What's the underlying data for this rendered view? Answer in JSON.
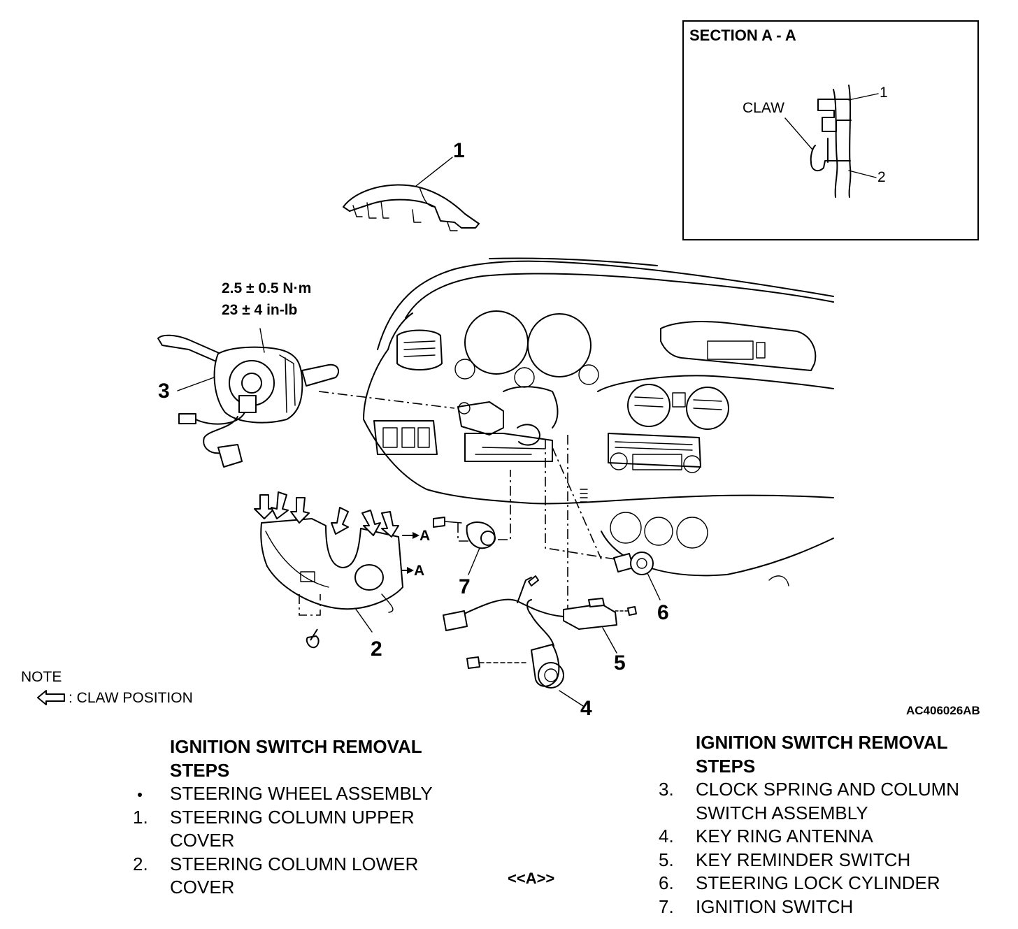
{
  "section": {
    "title": "SECTION A - A",
    "claw_label": "CLAW",
    "part1": "1",
    "part2": "2"
  },
  "torque": {
    "line1": "2.5 ± 0.5 N·m",
    "line2": "23 ± 4 in-lb"
  },
  "callouts": {
    "c1": "1",
    "c2": "2",
    "c3": "3",
    "c4": "4",
    "c5": "5",
    "c6": "6",
    "c7": "7",
    "section_mark_upper": "A",
    "section_mark_lower": "A"
  },
  "note": {
    "heading": "NOTE",
    "legend": ": CLAW POSITION"
  },
  "figure_id": "AC406026AB",
  "steps_left": {
    "title_line1": "IGNITION SWITCH REMOVAL",
    "title_line2": "STEPS",
    "items": [
      {
        "num": "",
        "bullet": true,
        "line1": "STEERING WHEEL ASSEMBLY",
        "line2": ""
      },
      {
        "num": "1.",
        "bullet": false,
        "line1": "STEERING COLUMN UPPER",
        "line2": "COVER"
      },
      {
        "num": "2.",
        "bullet": false,
        "line1": "STEERING COLUMN LOWER",
        "line2": "COVER"
      }
    ]
  },
  "step_marker": "<<A>>",
  "steps_right": {
    "title_line1": "IGNITION SWITCH REMOVAL",
    "title_line2": "STEPS",
    "items": [
      {
        "num": "3.",
        "line1": "CLOCK SPRING AND COLUMN",
        "line2": "SWITCH ASSEMBLY"
      },
      {
        "num": "4.",
        "line1": "KEY RING ANTENNA",
        "line2": ""
      },
      {
        "num": "5.",
        "line1": "KEY REMINDER SWITCH",
        "line2": ""
      },
      {
        "num": "6.",
        "line1": "STEERING LOCK CYLINDER",
        "line2": ""
      },
      {
        "num": "7.",
        "line1": "IGNITION SWITCH",
        "line2": ""
      }
    ]
  }
}
